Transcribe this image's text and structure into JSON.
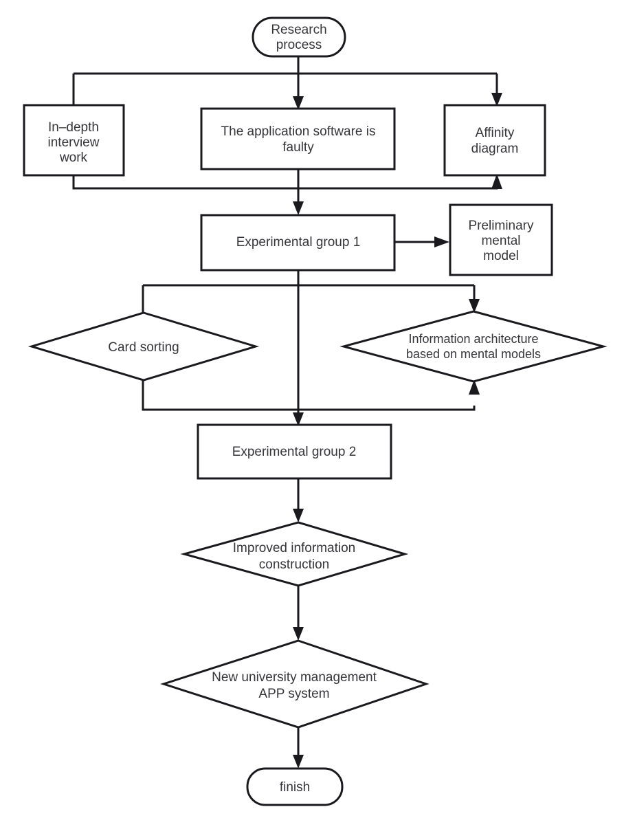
{
  "diagram": {
    "title": "Research process flowchart",
    "stroke_color": "#1a1a1e",
    "text_color": "#35353a",
    "background": "#ffffff",
    "nodes": {
      "start": {
        "shape": "rounded",
        "label": "Research process",
        "lines": [
          "Research",
          "process"
        ]
      },
      "interview": {
        "shape": "rectangle",
        "label": "In-depth interview work",
        "lines": [
          "In–depth",
          "interview",
          "work"
        ]
      },
      "software_faulty": {
        "shape": "rectangle",
        "label": "The application software is faulty",
        "lines": [
          "The application software is",
          "faulty"
        ]
      },
      "affinity": {
        "shape": "rectangle",
        "label": "Affinity diagram",
        "lines": [
          "Affinity",
          "diagram"
        ]
      },
      "experiment1": {
        "shape": "rectangle",
        "label": "Experimental group 1",
        "lines": [
          "Experimental group 1"
        ]
      },
      "mental_model": {
        "shape": "rectangle",
        "label": "Preliminary mental model",
        "lines": [
          "Preliminary",
          "mental",
          "model"
        ]
      },
      "card_sorting": {
        "shape": "diamond",
        "label": "Card sorting",
        "lines": [
          "Card sorting"
        ]
      },
      "info_architecture": {
        "shape": "diamond",
        "label": "Information architecture based on mental models",
        "lines": [
          "Information architecture",
          "based on mental models"
        ]
      },
      "experiment2": {
        "shape": "rectangle",
        "label": "Experimental group 2",
        "lines": [
          "Experimental group 2"
        ]
      },
      "improved_info": {
        "shape": "diamond",
        "label": "Improved information construction",
        "lines": [
          "Improved information",
          "construction"
        ]
      },
      "new_app": {
        "shape": "diamond",
        "label": "New university management APP system",
        "lines": [
          "New university management",
          "APP system"
        ]
      },
      "finish": {
        "shape": "rounded",
        "label": "finish",
        "lines": [
          "finish"
        ]
      }
    },
    "edges": [
      {
        "from": "start",
        "to": "interview",
        "arrow": false
      },
      {
        "from": "start",
        "to": "software_faulty",
        "arrow": true
      },
      {
        "from": "start",
        "to": "affinity",
        "arrow": true
      },
      {
        "from": "interview",
        "to": "affinity",
        "arrow": true
      },
      {
        "from": "software_faulty",
        "to": "experiment1",
        "arrow": true
      },
      {
        "from": "experiment1",
        "to": "mental_model",
        "arrow": true
      },
      {
        "from": "experiment1",
        "to": "card_sorting",
        "arrow": false
      },
      {
        "from": "experiment1",
        "to": "info_architecture",
        "arrow": true
      },
      {
        "from": "experiment1",
        "to": "experiment2",
        "arrow": true
      },
      {
        "from": "card_sorting",
        "to": "info_architecture",
        "arrow": true
      },
      {
        "from": "experiment2",
        "to": "improved_info",
        "arrow": true
      },
      {
        "from": "improved_info",
        "to": "new_app",
        "arrow": true
      },
      {
        "from": "new_app",
        "to": "finish",
        "arrow": true
      }
    ]
  }
}
